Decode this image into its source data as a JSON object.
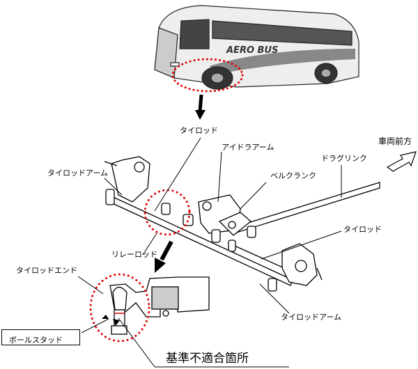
{
  "bus": {
    "logo": "AERO BUS"
  },
  "labels": {
    "tie_rod_top": "タイロッド",
    "idler_arm": "アイドラアーム",
    "vehicle_forward": "車両前方",
    "drag_link": "ドラグリンク",
    "bell_crank": "ベルクランク",
    "tie_rod_arm_left": "タイロッドアーム",
    "tie_rod_right": "タイロッド",
    "relay_rod": "リレーロッド",
    "tie_rod_end": "タイロッドエンド",
    "ball_stud": "ボールスタッド",
    "tie_rod_arm_bottom": "タイロッドアーム",
    "nonconforming_point": "基準不適合箇所"
  },
  "colors": {
    "highlight": "#e00000",
    "line": "#000000"
  }
}
